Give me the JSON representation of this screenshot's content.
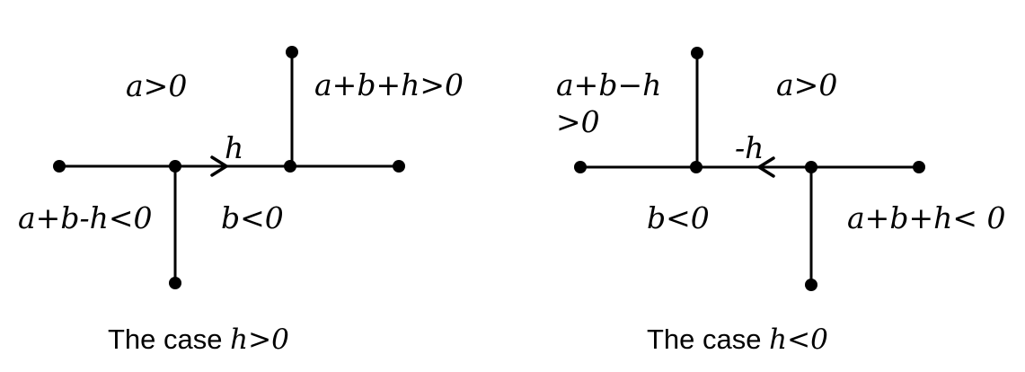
{
  "left_panel": {
    "labels": {
      "region_top_left": "a>0",
      "region_top_right": "a+b+h>0",
      "edge_label": "h",
      "region_bottom_left": "a+b-h<0",
      "region_bottom_right": "b<0"
    },
    "caption": {
      "prefix": "The case ",
      "math": "h>0"
    }
  },
  "right_panel": {
    "labels": {
      "region_top_left_line1": "a+b−h",
      "region_top_left_line2": ">0",
      "region_top_right": "a>0",
      "edge_label": "-h",
      "region_bottom_left": "b<0",
      "region_bottom_right": "a+b+h< 0"
    },
    "caption": {
      "prefix": "The case ",
      "math": "h<0"
    }
  }
}
